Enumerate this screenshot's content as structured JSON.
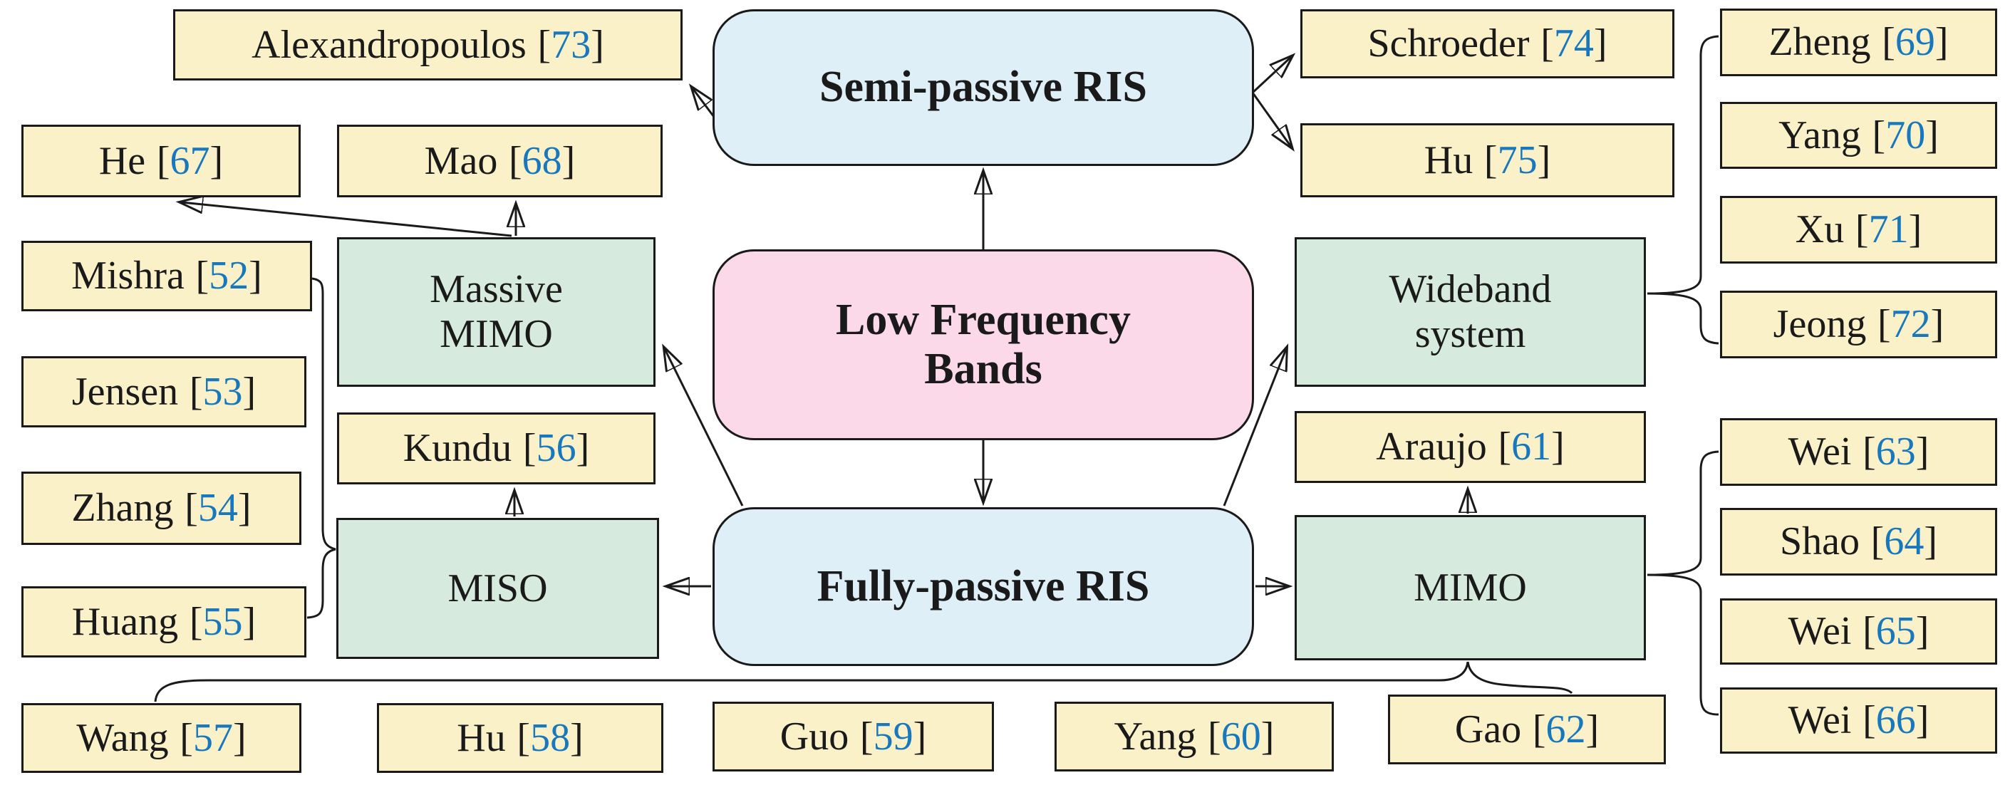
{
  "punct": {
    "open": "[",
    "close": "]"
  },
  "colors": {
    "reference_box": "#FBF1C8",
    "category_box": "#D6EBDD",
    "ris_box": "#DFEFF8",
    "root_box": "#FBD9E8",
    "border": "#1A1A1A",
    "citation_number": "#1878BE"
  },
  "nodes": {
    "root": {
      "label": "Low Frequency\nBands"
    },
    "semi_passive": {
      "label": "Semi-passive RIS"
    },
    "fully_passive": {
      "label": "Fully-passive RIS"
    },
    "massive_mimo": {
      "label": "Massive\nMIMO"
    },
    "wideband": {
      "label": "Wideband\nsystem"
    },
    "miso": {
      "label": "MISO"
    },
    "mimo": {
      "label": "MIMO"
    }
  },
  "refs": {
    "alexandropoulos": {
      "name": "Alexandropoulos",
      "num": "73"
    },
    "schroeder74": {
      "name": "Schroeder",
      "num": "74"
    },
    "hu75": {
      "name": "Hu",
      "num": "75"
    },
    "he67": {
      "name": "He",
      "num": "67"
    },
    "mao68": {
      "name": "Mao",
      "num": "68"
    },
    "zheng69": {
      "name": "Zheng",
      "num": "69"
    },
    "yang70": {
      "name": "Yang",
      "num": "70"
    },
    "xu71": {
      "name": "Xu",
      "num": "71"
    },
    "jeong72": {
      "name": "Jeong",
      "num": "72"
    },
    "mishra52": {
      "name": "Mishra",
      "num": "52"
    },
    "jensen53": {
      "name": "Jensen",
      "num": "53"
    },
    "zhang54": {
      "name": "Zhang",
      "num": "54"
    },
    "huang55": {
      "name": "Huang",
      "num": "55"
    },
    "kundu56": {
      "name": "Kundu",
      "num": "56"
    },
    "araujo61": {
      "name": "Araujo",
      "num": "61"
    },
    "wei63": {
      "name": "Wei",
      "num": "63"
    },
    "shao64": {
      "name": "Shao",
      "num": "64"
    },
    "wei65": {
      "name": "Wei",
      "num": "65"
    },
    "wei66": {
      "name": "Wei",
      "num": "66"
    },
    "wang57": {
      "name": "Wang",
      "num": "57"
    },
    "hu58": {
      "name": "Hu",
      "num": "58"
    },
    "guo59": {
      "name": "Guo",
      "num": "59"
    },
    "yang60": {
      "name": "Yang",
      "num": "60"
    },
    "gao62": {
      "name": "Gao",
      "num": "62"
    }
  }
}
